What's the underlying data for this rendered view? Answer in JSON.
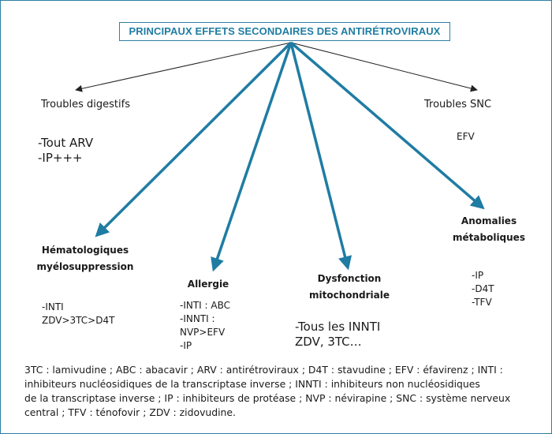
{
  "title": "PRINCIPAUX EFFETS SECONDAIRES DES ANTIRÉTROVIRAUX",
  "nodes": {
    "digestifs": {
      "label": "Troubles digestifs",
      "items": [
        "-Tout ARV",
        "-IP+++"
      ]
    },
    "snc": {
      "label": "Troubles SNC",
      "items": [
        "EFV"
      ]
    },
    "hemato": {
      "label_lines": [
        "Hématologiques",
        "myélosuppression"
      ],
      "items": [
        "-INTI",
        "ZDV>3TC>D4T"
      ]
    },
    "allergie": {
      "label": "Allergie",
      "items": [
        "-INTI : ABC",
        "-INNTI :",
        "NVP>EFV",
        "-IP"
      ]
    },
    "dysfonction": {
      "label_lines": [
        "Dysfonction",
        "mitochondriale"
      ],
      "items": [
        "-Tous les INNTI",
        "ZDV, 3TC…"
      ]
    },
    "metabolique": {
      "label_lines": [
        "Anomalies",
        "métaboliques"
      ],
      "items": [
        "-IP",
        "-D4T",
        "-TFV"
      ]
    }
  },
  "legend_lines": [
    "3TC : lamivudine ; ABC : abacavir ; ARV : antirétroviraux ; D4T : stavudine ; EFV : éfavirenz ; INTI :",
    "inhibiteurs nucléosidiques de la transcriptase inverse ; INNTI : inhibiteurs non nucléosidiques",
    "de la transcriptase inverse ; IP : inhibiteurs de protéase ; NVP : névirapine ; SNC : système nerveux",
    "central ; TFV : ténofovir ; ZDV : zidovudine."
  ],
  "colors": {
    "accent": "#1f7ca3",
    "thin_arrow": "#222222",
    "border": "#2f7fa0"
  }
}
